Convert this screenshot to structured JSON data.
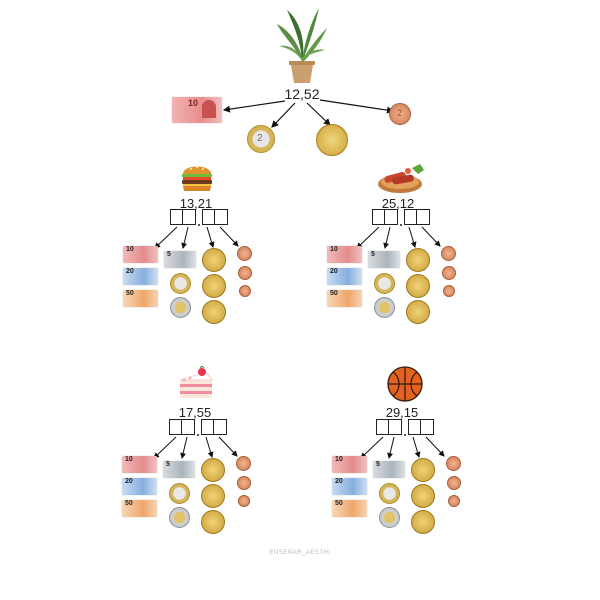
{
  "top": {
    "icon": "potted-plant-icon",
    "price": "12,52"
  },
  "items": [
    {
      "key": "burger",
      "icon": "burger-icon",
      "price": "13,21"
    },
    {
      "key": "sausages",
      "icon": "sausage-plate-icon",
      "price": "25,12"
    },
    {
      "key": "cake",
      "icon": "cake-slice-icon",
      "price": "17,55"
    },
    {
      "key": "basketball",
      "icon": "basketball-icon",
      "price": "29,15"
    }
  ],
  "notes": {
    "ten": "10",
    "five": "5",
    "twenty": "20",
    "fifty": "50"
  },
  "coins": {
    "two": "2",
    "one": "1",
    "fifty_cent": "50",
    "twenty_cent": "20",
    "ten_cent": "10",
    "five_cent": "5",
    "two_cent": "2",
    "one_cent": "1"
  },
  "watermark": "ENSEÑAR_AESTHI"
}
